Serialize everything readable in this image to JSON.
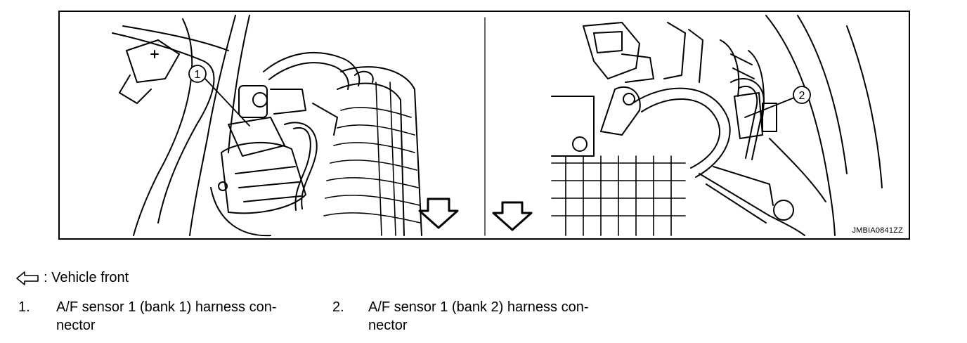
{
  "figure": {
    "id": "JMBIA0841ZZ",
    "callouts": [
      "1",
      "2"
    ]
  },
  "legend": {
    "icon": "arrow-left-outline-icon",
    "text": ": Vehicle front"
  },
  "items": [
    {
      "num": "1.",
      "line1": "A/F sensor 1 (bank 1) harness con-",
      "line2": "nector"
    },
    {
      "num": "2.",
      "line1": "A/F sensor 1 (bank 2) harness con-",
      "line2": "nector"
    }
  ]
}
